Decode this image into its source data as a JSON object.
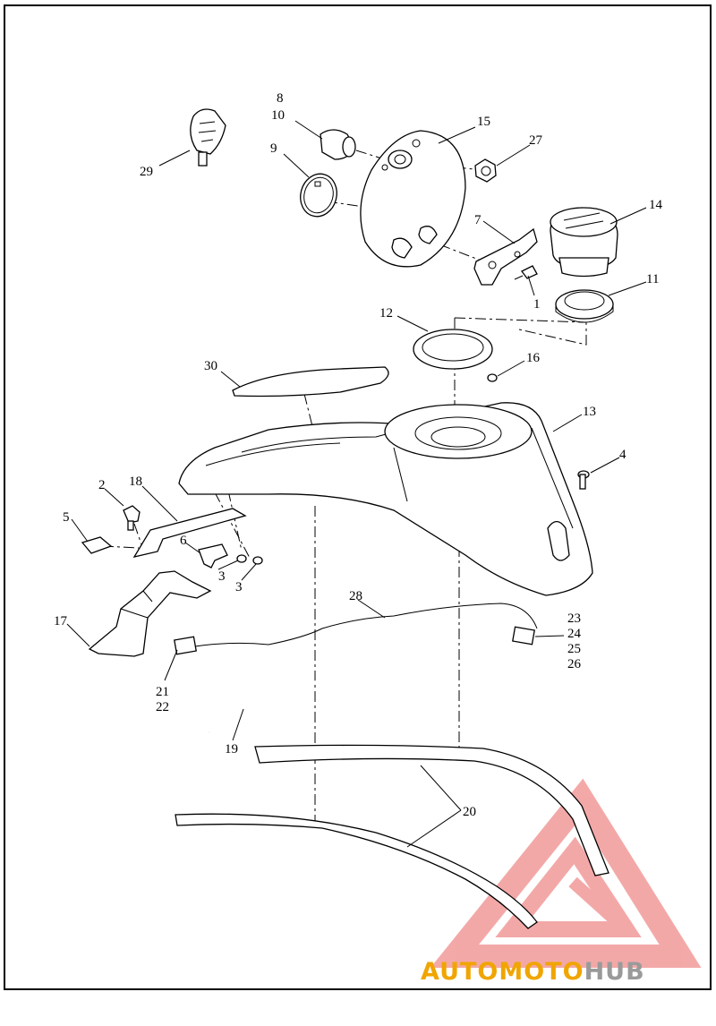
{
  "diagram": {
    "callouts": {
      "c1": "1",
      "c2": "2",
      "c3a": "3",
      "c3b": "3",
      "c4": "4",
      "c5": "5",
      "c6": "6",
      "c7": "7",
      "c8": "8",
      "c9": "9",
      "c10": "10",
      "c11": "11",
      "c12": "12",
      "c13": "13",
      "c14": "14",
      "c15": "15",
      "c16": "16",
      "c17": "17",
      "c18": "18",
      "c19": "19",
      "c20": "20",
      "c21": "21",
      "c22": "22",
      "c23": "23",
      "c24": "24",
      "c25": "25",
      "c26": "26",
      "c27": "27",
      "c28": "28",
      "c29": "29",
      "c30": "30"
    }
  },
  "watermark": {
    "part1": "AUTOMOTO",
    "part2": "HUB",
    "color_part1": "#f0a500",
    "color_part2": "#9a9a9a",
    "logo_color": "#f08080"
  }
}
